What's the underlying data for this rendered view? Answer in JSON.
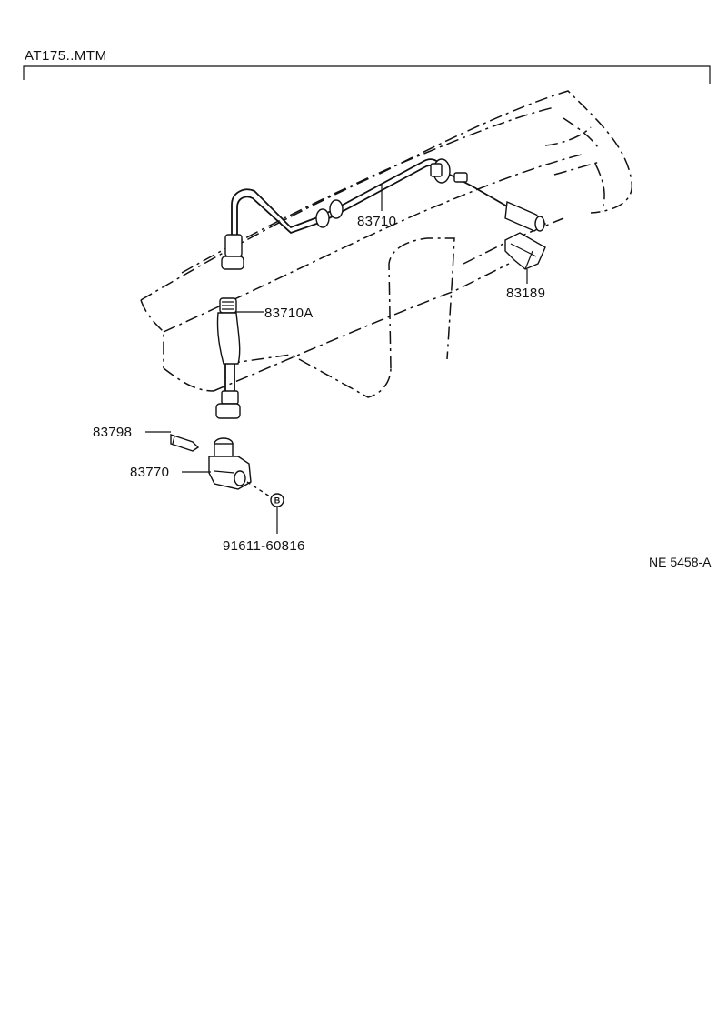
{
  "header": {
    "model_code": "AT175..MTM"
  },
  "figure_ref": "NE 5458-A",
  "parts": [
    {
      "id": "p1",
      "number": "83710"
    },
    {
      "id": "p2",
      "number": "83189"
    },
    {
      "id": "p3",
      "number": "83710A"
    },
    {
      "id": "p4",
      "number": "83798"
    },
    {
      "id": "p5",
      "number": "83770"
    },
    {
      "id": "p6",
      "number": "91611-60816"
    }
  ],
  "bolt_marker": "B"
}
